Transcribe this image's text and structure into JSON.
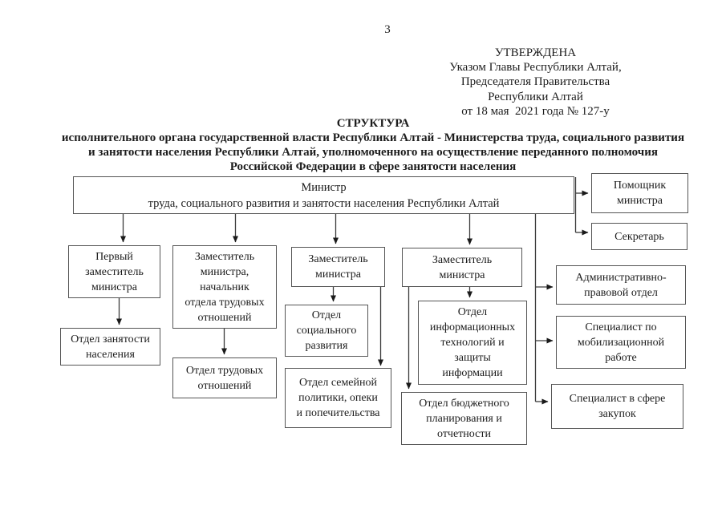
{
  "page": {
    "number": "3"
  },
  "approval_block": {
    "lines": [
      "УТВЕРЖДЕНА",
      "Указом Главы Республики Алтай,",
      "Председателя Правительства",
      "Республики Алтай",
      "от 18 мая  2021 года № 127-у"
    ]
  },
  "title_block": {
    "lines": [
      "СТРУКТУРА",
      "исполнительного органа государственной власти Республики Алтай - Министерства труда, социального развития",
      "и занятости населения Республики Алтай, уполномоченного на осуществление переданного полномочия",
      "Российской Федерации в сфере занятости населения"
    ]
  },
  "org_chart": {
    "minister": "Министр\nтруда, социального развития и занятости населения Республики Алтай",
    "assistant": "Помощник\nминистра",
    "secretary": "Секретарь",
    "columns": [
      {
        "head": "Первый\nзаместитель\nминистра",
        "subs": [
          "Отдел занятости\nнаселения"
        ]
      },
      {
        "head": "Заместитель\nминистра,\nначальник\nотдела трудовых\nотношений",
        "subs": [
          "Отдел трудовых\nотношений"
        ]
      },
      {
        "head": "Заместитель\nминистра",
        "subs": [
          "Отдел\nсоциального\nразвития",
          "Отдел семейной\nполитики, опеки\nи попечительства"
        ]
      },
      {
        "head": "Заместитель\nминистра",
        "subs": [
          "Отдел\nинформационных\nтехнологий и\nзащиты\nинформации",
          "Отдел бюджетного\nпланирования и\nотчетности"
        ]
      }
    ],
    "right_units": [
      "Административно-\nправовой отдел",
      "Специалист по\nмобилизационной\nработе",
      "Специалист в сфере\nзакупок"
    ]
  }
}
